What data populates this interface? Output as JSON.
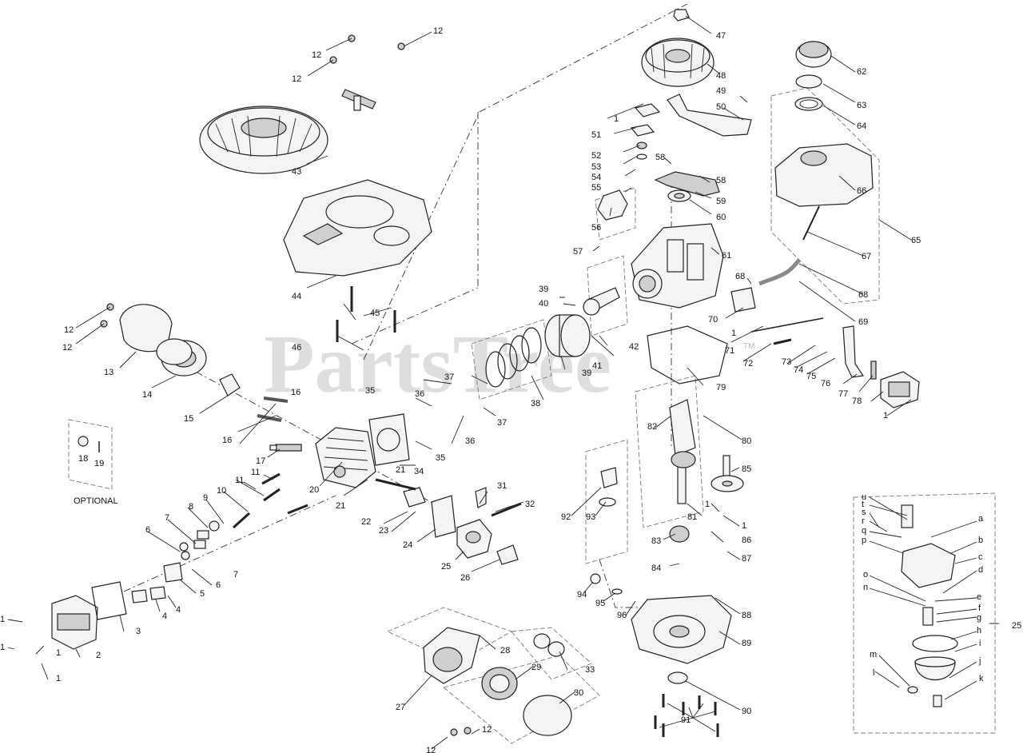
{
  "watermark": {
    "text": "PartsTree",
    "tm": "TM"
  },
  "optional_label": "OPTIONAL",
  "callouts": {
    "p1a": "1",
    "p1b": "1",
    "p1c": "1",
    "p1d": "1",
    "p1e": "1",
    "p1f": "1",
    "p1g": "1",
    "p1h": "1",
    "p1i": "1",
    "p1j": "1",
    "p2": "2",
    "p3": "3",
    "p4a": "4",
    "p4b": "4",
    "p5": "5",
    "p6a": "6",
    "p6b": "6",
    "p7a": "7",
    "p7b": "7",
    "p8": "8",
    "p9": "9",
    "p10": "10",
    "p11a": "11",
    "p11b": "11",
    "p12a": "12",
    "p12b": "12",
    "p12c": "12",
    "p12d": "12",
    "p12e": "12",
    "p12f": "12",
    "p12g": "12",
    "p13": "13",
    "p14": "14",
    "p15": "15",
    "p16a": "16",
    "p16b": "16",
    "p17": "17",
    "p18": "18",
    "p19": "19",
    "p20": "20",
    "p21a": "21",
    "p21b": "21",
    "p22": "22",
    "p23": "23",
    "p24": "24",
    "p25": "25",
    "p25b": "25",
    "p26": "26",
    "p27": "27",
    "p28": "28",
    "p29": "29",
    "p30": "30",
    "p31": "31",
    "p32": "32",
    "p33": "33",
    "p34": "34",
    "p35a": "35",
    "p35b": "35",
    "p36a": "36",
    "p36b": "36",
    "p37a": "37",
    "p37b": "37",
    "p38": "38",
    "p39a": "39",
    "p39b": "39",
    "p40": "40",
    "p41": "41",
    "p42": "42",
    "p43": "43",
    "p44": "44",
    "p45": "45",
    "p46": "46",
    "p47": "47",
    "p48": "48",
    "p49": "49",
    "p50": "50",
    "p51": "51",
    "p52": "52",
    "p53": "53",
    "p54": "54",
    "p55": "55",
    "p56": "56",
    "p57": "57",
    "p58a": "58",
    "p58b": "58",
    "p59": "59",
    "p60": "60",
    "p61": "61",
    "p62": "62",
    "p63": "63",
    "p64": "64",
    "p65": "65",
    "p66": "66",
    "p67": "67",
    "p68a": "68",
    "p68b": "68",
    "p69": "69",
    "p70": "70",
    "p71": "71",
    "p72": "72",
    "p73": "73",
    "p74": "74",
    "p75": "75",
    "p76": "76",
    "p77": "77",
    "p78": "78",
    "p79": "79",
    "p80": "80",
    "p81": "81",
    "p82": "82",
    "p83": "83",
    "p84": "84",
    "p85": "85",
    "p86": "86",
    "p87": "87",
    "p88": "88",
    "p89": "89",
    "p90": "90",
    "p91": "91",
    "p92": "92",
    "p93": "93",
    "p94": "94",
    "p95": "95",
    "p96": "96",
    "la": "a",
    "lb": "b",
    "lc": "c",
    "ld": "d",
    "le": "e",
    "lf": "f",
    "lg": "g",
    "lh": "h",
    "li": "i",
    "lj": "j",
    "lk": "k",
    "ll": "l",
    "lm": "m",
    "ln": "n",
    "lo": "o",
    "lp": "p",
    "lq": "q",
    "lr": "r",
    "ls": "s",
    "lt": "t",
    "lu": "u"
  }
}
